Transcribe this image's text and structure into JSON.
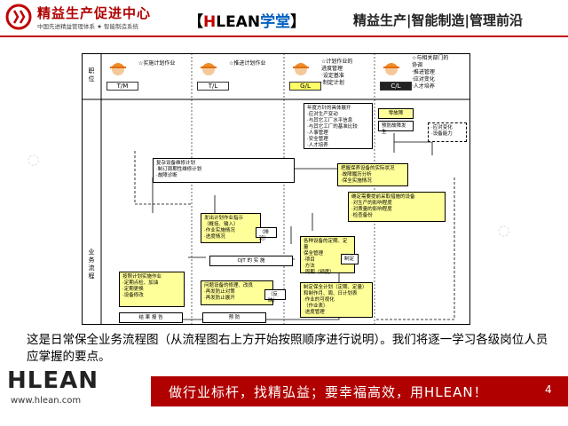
{
  "header": {
    "brand_title": "精益生产促进中心",
    "brand_subtitle": "中国先进精益管理体系 ★ 智能制造系统",
    "tag_left": "【",
    "tag_h": "H",
    "tag_lean": "LEAN",
    "tag_cn": "学堂",
    "tag_right": "】",
    "slogan": "精益生产|智能制造|管理前沿",
    "accent_color": "#c00000"
  },
  "diagram": {
    "lane_position_label": "职\n位",
    "lane_flow_label": "业\n务\n流\n程",
    "roles": [
      {
        "tag": "T/M",
        "text": "☆实施计划作业"
      },
      {
        "tag": "T/L",
        "text": "☆推进计划作业"
      },
      {
        "tag": "G/L",
        "text": "☆计划作业的\n进度管理\n·设定基准\n·制定计划"
      },
      {
        "tag": "C/L",
        "text": "☆与相关部门的\n协调\n·推进管理\n·应对变化\n·人才培养"
      }
    ],
    "boxes": {
      "cl_policy": "年度方针的具体展开\n·应对生产变动\n·与其它工厂水平信息\n·与其它工厂的基准比较\n·人事管理\n·安全管理\n·人才培养",
      "zero_fault": "零故障",
      "prevent_breakdown": "预防故障发生",
      "cl_response": "·应对变化\n·设备能力",
      "equip_plan": "复杂设备维修计划\n·制订周期性维修计划\n·故障诊断",
      "grasp_status": "把握保养设备的实际状况\n·故障履历分析\n·保全实施情况",
      "confirm_impact": "确定需要提前采取措施的设备\n·对生产的影响程度\n·对质量的影响程度\n·检查备份",
      "issue_instructions": "发出计划作业指示\n（概括、输入）\n·作业实施情况\n·进度情况",
      "jig": "（排班）",
      "ojt": "OJT    的    实    施",
      "make_plan": "各种设备的定期、定量\n保全管理\n·项目\n·方法\n·周期（频度）",
      "make_plan_side": "制定",
      "do_work": "按照计划实施作业\n·定期点检、加油\n·定期更换\n·设备修改",
      "problem_fix": "问题设备的修理、改良\n·再发防止对策\n·再发防止展开",
      "reflect": "（反映）",
      "manage_plan": "制定保全计划（定期、定量）\n和制作月、周、日计划表\n·作业的可视化\n（作业表）\n·进度管理",
      "result_report": "结    果    报    告",
      "prevention": "预        防"
    }
  },
  "caption": "这是日常保全业务流程图（从流程图右上方开始按照顺序进行说明）。我们将逐一学习各级岗位人员应掌握的要点。",
  "footer": {
    "logo_h": "HLEAN",
    "url": "www.hlean.com",
    "slogan": "做行业标杆，找精弘益；要幸福高效，用HLEAN！",
    "page_number": "4",
    "bar_color": "#b00000"
  }
}
